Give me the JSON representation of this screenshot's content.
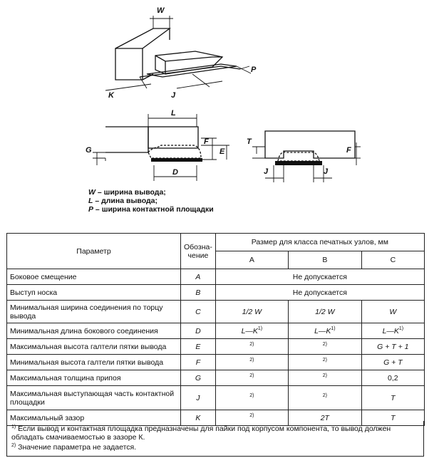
{
  "figure": {
    "dim_labels": {
      "W": "W",
      "P": "P",
      "K": "K",
      "J": "J",
      "L": "L",
      "G": "G",
      "F": "F",
      "E": "E",
      "D": "D",
      "T": "T"
    },
    "legend": [
      {
        "sym": "W",
        "text": " – ширина вывода;"
      },
      {
        "sym": "L",
        "text": " – длина вывода;"
      },
      {
        "sym": "P",
        "text": " – ширина контактной площадки"
      }
    ]
  },
  "table": {
    "head": {
      "param": "Параметр",
      "symbol": "Обозна-\nчение",
      "size_group": "Размер для класса печатных узлов, мм",
      "class_a": "A",
      "class_b": "B",
      "class_c": "C"
    },
    "rows": [
      {
        "param": "Боковое смещение",
        "sym": "A",
        "merged": "Не допускается"
      },
      {
        "param": "Выступ носка",
        "sym": "B",
        "merged": "Не допускается"
      },
      {
        "param": "Минимальная ширина соединения по торцу вывода",
        "sym": "C",
        "a": "1/2 W",
        "b": "1/2 W",
        "c": "W"
      },
      {
        "param": "Минимальная длина бокового соединения",
        "sym": "D",
        "a": "L—K",
        "a_sup": "1)",
        "b": "L—K",
        "b_sup": "1)",
        "c": "L—K",
        "c_sup": "1)"
      },
      {
        "param": "Максимальная высота галтели пятки вывода",
        "sym": "E",
        "a_sup": "2)",
        "b_sup": "2)",
        "c": "G + T + 1"
      },
      {
        "param": "Минимальная высота галтели пятки вывода",
        "sym": "F",
        "a_sup": "2)",
        "b_sup": "2)",
        "c": "G + T"
      },
      {
        "param": "Максимальная толщина припоя",
        "sym": "G",
        "a_sup": "2)",
        "b_sup": "2)",
        "c": "0,2"
      },
      {
        "param": "Максимальная выступающая часть контактной площадки",
        "sym": "J",
        "a_sup": "2)",
        "b_sup": "2)",
        "c": "T"
      },
      {
        "param": "Максимальный зазор",
        "sym": "K",
        "a_sup": "2)",
        "b": "2T",
        "c": "T"
      }
    ]
  },
  "notes": [
    {
      "mark": "1)",
      "text": "  Если вывод и контактная площадка предназначены для пайки под корпусом компонента, то вывод должен обладать смачиваемостью в зазоре К."
    },
    {
      "mark": "2)",
      "text": "  Значение параметра не задается."
    }
  ]
}
